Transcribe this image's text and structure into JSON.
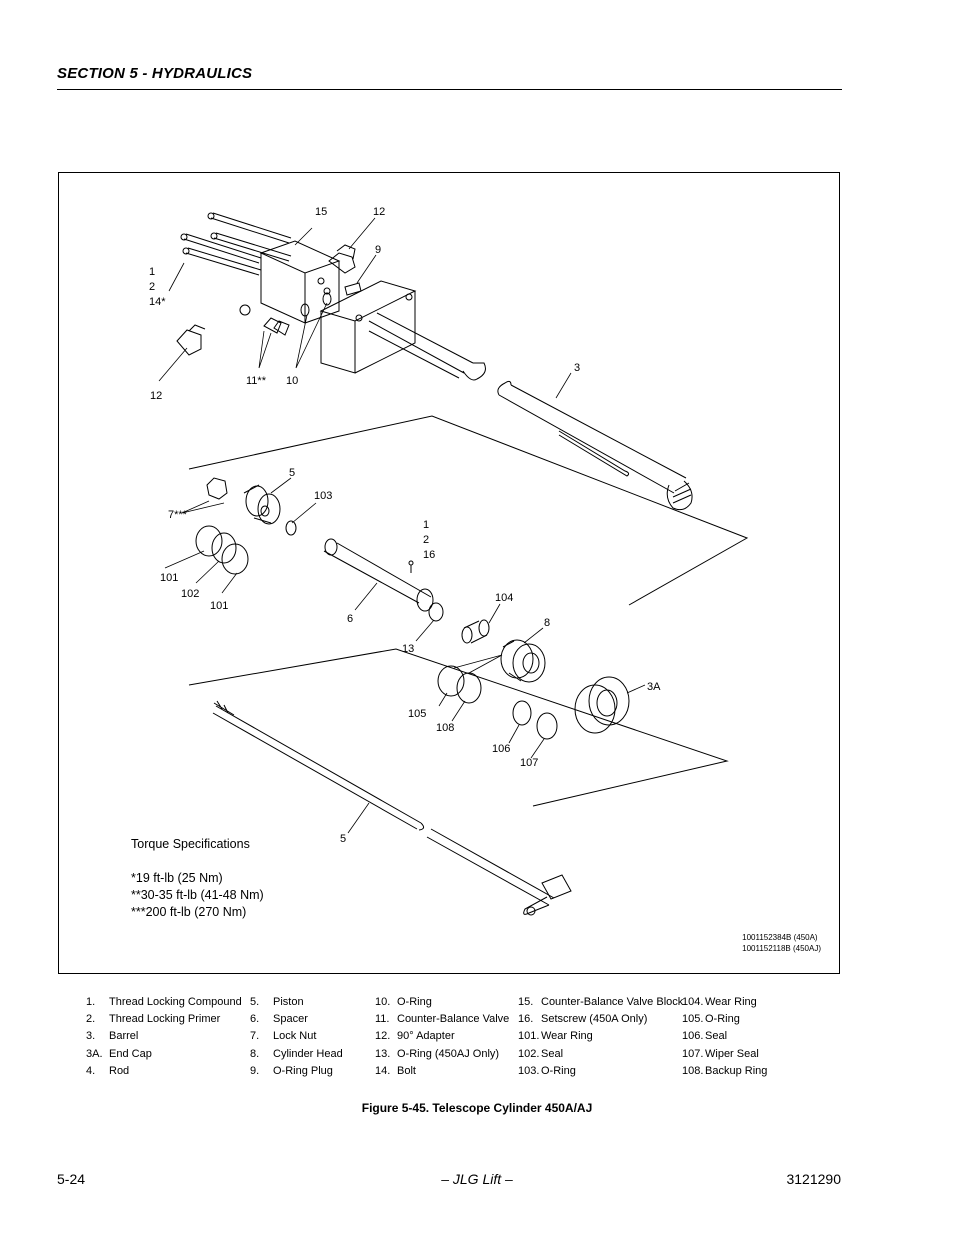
{
  "header": {
    "section_title": "SECTION 5 - HYDRAULICS"
  },
  "figure": {
    "callouts": {
      "c15": "15",
      "c12a": "12",
      "c9": "9",
      "c1a": "1",
      "c2a": "2",
      "c14": "14*",
      "c12b": "12",
      "c11": "11**",
      "c10": "10",
      "c3": "3",
      "c5a": "5",
      "c103": "103",
      "c7": "7***",
      "c1b": "1",
      "c2b": "2",
      "c16": "16",
      "c101a": "101",
      "c102": "102",
      "c101b": "101",
      "c6": "6",
      "c104": "104",
      "c8": "8",
      "c13": "13",
      "c3a": "3A",
      "c105": "105",
      "c108": "108",
      "c106": "106",
      "c107": "107",
      "c5b": "5"
    },
    "torque": {
      "title": "Torque Specifications",
      "lines": [
        "*19 ft-lb (25 Nm)",
        "**30-35 ft-lb (41-48 Nm)",
        "***200 ft-lb (270 Nm)"
      ]
    },
    "part_codes": [
      "1001152384B (450A)",
      "1001152118B (450AJ)"
    ]
  },
  "legend": {
    "col1": [
      {
        "num": "1.",
        "label": "Thread Locking Compound"
      },
      {
        "num": "2.",
        "label": "Thread Locking Primer"
      },
      {
        "num": "3.",
        "label": "Barrel"
      },
      {
        "num": "3A.",
        "label": "End Cap"
      },
      {
        "num": "4.",
        "label": "Rod"
      }
    ],
    "col2": [
      {
        "num": "5.",
        "label": "Piston"
      },
      {
        "num": "6.",
        "label": "Spacer"
      },
      {
        "num": "7.",
        "label": "Lock Nut"
      },
      {
        "num": "8.",
        "label": "Cylinder Head"
      },
      {
        "num": "9.",
        "label": "O-Ring Plug"
      }
    ],
    "col3": [
      {
        "num": "10.",
        "label": "O-Ring"
      },
      {
        "num": "11.",
        "label": "Counter-Balance Valve"
      },
      {
        "num": "12.",
        "label": "90° Adapter"
      },
      {
        "num": "13.",
        "label": "O-Ring (450AJ Only)"
      },
      {
        "num": "14.",
        "label": "Bolt"
      }
    ],
    "col4": [
      {
        "num": "15.",
        "label": "Counter-Balance Valve Block"
      },
      {
        "num": "16.",
        "label": "Setscrew (450A Only)"
      },
      {
        "num": "101.",
        "label": "Wear Ring"
      },
      {
        "num": "102.",
        "label": "Seal"
      },
      {
        "num": "103.",
        "label": "O-Ring"
      }
    ],
    "col5": [
      {
        "num": "104.",
        "label": "Wear Ring"
      },
      {
        "num": "105.",
        "label": "O-Ring"
      },
      {
        "num": "106.",
        "label": "Seal"
      },
      {
        "num": "107.",
        "label": "Wiper Seal"
      },
      {
        "num": "108.",
        "label": "Backup Ring"
      }
    ]
  },
  "caption": "Figure 5-45.  Telescope Cylinder 450A/AJ",
  "footer": {
    "page": "5-24",
    "center": "– JLG Lift –",
    "doc_number": "3121290"
  }
}
